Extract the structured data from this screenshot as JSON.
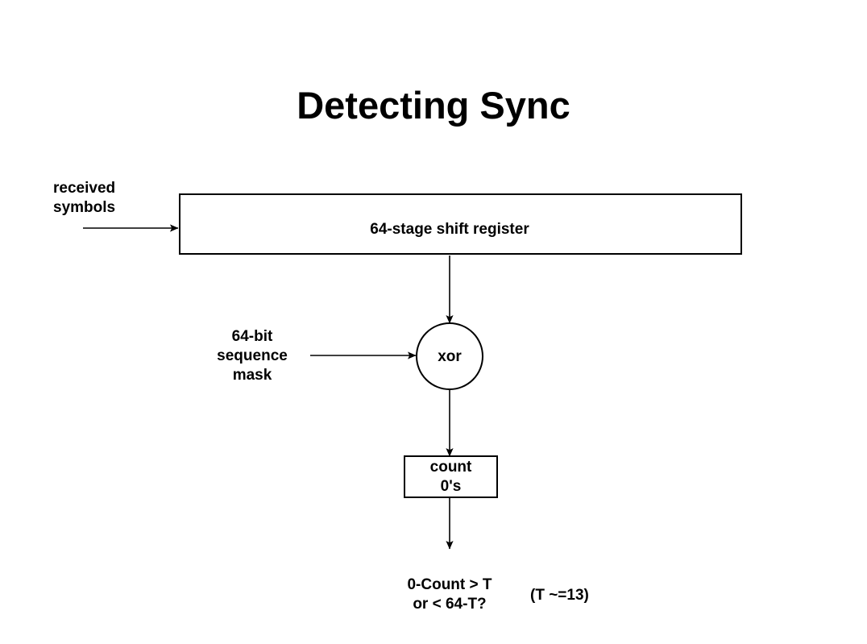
{
  "slide": {
    "title": "Detecting Sync",
    "background_color": "#ffffff",
    "ink_color": "#000000"
  },
  "diagram": {
    "type": "block-flow-diagram",
    "nodes": {
      "received_symbols": {
        "label": "received\nsymbols",
        "shape": "text"
      },
      "shift_register": {
        "label": "64-stage shift register",
        "shape": "rectangle"
      },
      "sequence_mask": {
        "label": "64-bit\nsequence\nmask",
        "shape": "text"
      },
      "xor": {
        "label": "xor",
        "shape": "circle"
      },
      "count_zeros": {
        "label": "count\n0's",
        "shape": "rectangle"
      },
      "decision": {
        "label": "0-Count > T\nor < 64-T?",
        "shape": "text"
      },
      "threshold_note": {
        "label": "(T ~=13)",
        "shape": "text"
      }
    },
    "edges": [
      {
        "name": "received-symbols-to-shift-register",
        "from": "received_symbols",
        "to": "shift_register",
        "direction": "right"
      },
      {
        "name": "shift-register-to-xor",
        "from": "shift_register",
        "to": "xor",
        "direction": "down"
      },
      {
        "name": "sequence-mask-to-xor",
        "from": "sequence_mask",
        "to": "xor",
        "direction": "right"
      },
      {
        "name": "xor-to-count-zeros",
        "from": "xor",
        "to": "count_zeros",
        "direction": "down"
      },
      {
        "name": "count-zeros-to-decision",
        "from": "count_zeros",
        "to": "decision",
        "direction": "down"
      }
    ]
  }
}
